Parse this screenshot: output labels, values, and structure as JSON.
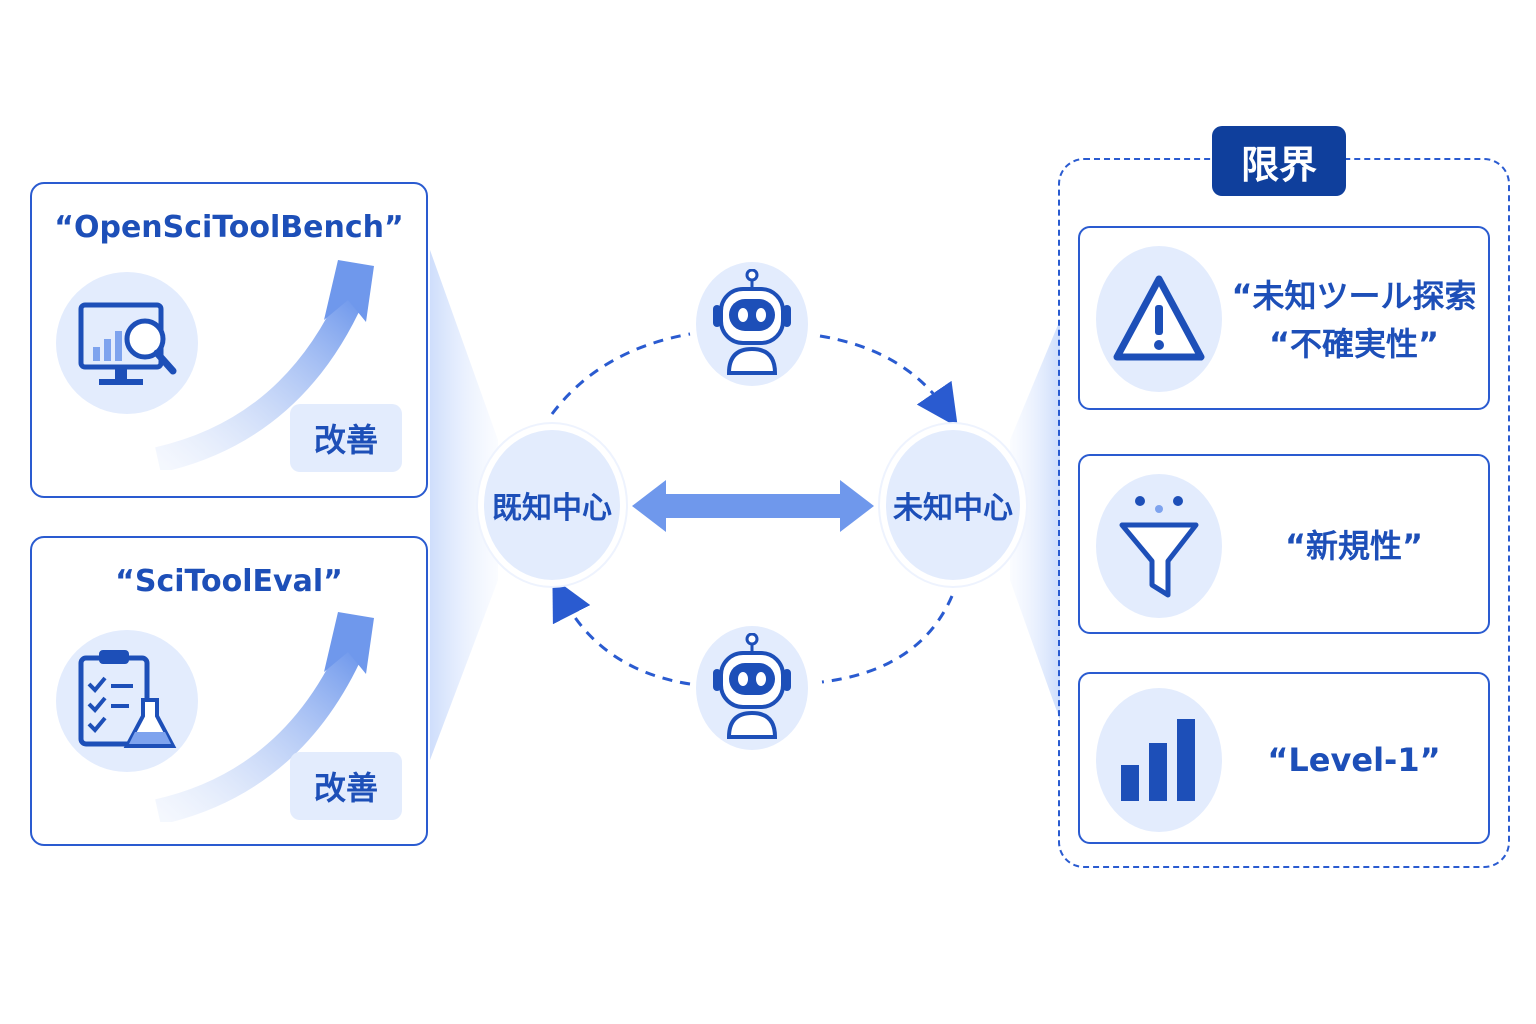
{
  "left_panel": {
    "benchmarks": [
      {
        "name": "“OpenSciToolBench”",
        "icon": "monitor-magnifier-icon",
        "badge": "改善"
      },
      {
        "name": "“SciToolEval”",
        "icon": "clipboard-flask-icon",
        "badge": "改善"
      }
    ]
  },
  "center": {
    "known_node": "既知中心",
    "unknown_node": "未知中心",
    "agent_icon": "robot-icon"
  },
  "right_panel": {
    "header": "限界",
    "items": [
      {
        "icon": "warning-triangle-icon",
        "line1": "“未知ツール探索",
        "line2": "“不確実性”"
      },
      {
        "icon": "funnel-icon",
        "line1": "“新規性”"
      },
      {
        "icon": "bar-chart-icon",
        "line1": "“Level-1”"
      }
    ]
  },
  "colors": {
    "primary": "#1d4fb8",
    "light_fill": "#e3ecfd",
    "arrow": "#7ea3ee",
    "header_bg": "#0f3f9c"
  }
}
